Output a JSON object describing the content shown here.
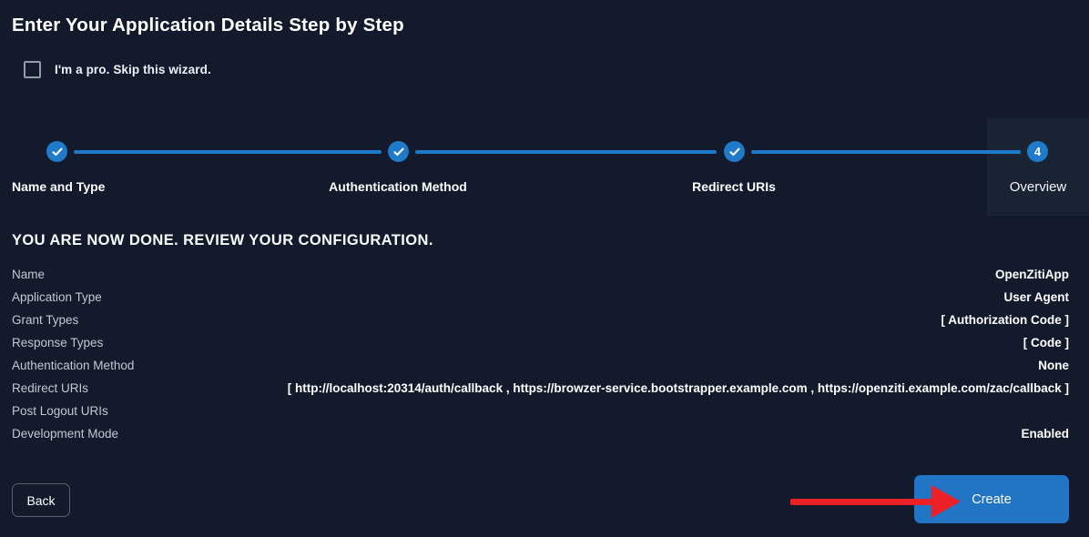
{
  "colors": {
    "background": "#121a2b",
    "active_step_panel": "#1a2334",
    "stepper_blue": "#1f7ac9",
    "create_button_blue": "#2274c5",
    "annotation_arrow_red": "#ec2027",
    "label_gray": "#c1c8d4"
  },
  "header": {
    "title": "Enter Your Application Details Step by Step"
  },
  "skip_wizard": {
    "label": "I'm a pro. Skip this wizard.",
    "checked": false
  },
  "stepper": {
    "steps": [
      {
        "label": "Name and Type",
        "state": "completed",
        "indicator": "check"
      },
      {
        "label": "Authentication Method",
        "state": "completed",
        "indicator": "check"
      },
      {
        "label": "Redirect URIs",
        "state": "completed",
        "indicator": "check"
      },
      {
        "label": "Overview",
        "state": "current",
        "indicator": "4"
      }
    ]
  },
  "overview": {
    "heading": "YOU ARE NOW DONE. REVIEW YOUR CONFIGURATION.",
    "rows": [
      {
        "label": "Name",
        "value": "OpenZitiApp"
      },
      {
        "label": "Application Type",
        "value": "User Agent"
      },
      {
        "label": "Grant Types",
        "value": "[ Authorization Code ]"
      },
      {
        "label": "Response Types",
        "value": "[ Code ]"
      },
      {
        "label": "Authentication Method",
        "value": "None"
      },
      {
        "label": "Redirect URIs",
        "value": "[ http://localhost:20314/auth/callback , https://browzer-service.bootstrapper.example.com , https://openziti.example.com/zac/callback ]"
      },
      {
        "label": "Post Logout URIs",
        "value": ""
      },
      {
        "label": "Development Mode",
        "value": "Enabled"
      }
    ]
  },
  "actions": {
    "back_label": "Back",
    "create_label": "Create"
  },
  "annotation": {
    "type": "arrow",
    "points_at": "create-button"
  }
}
